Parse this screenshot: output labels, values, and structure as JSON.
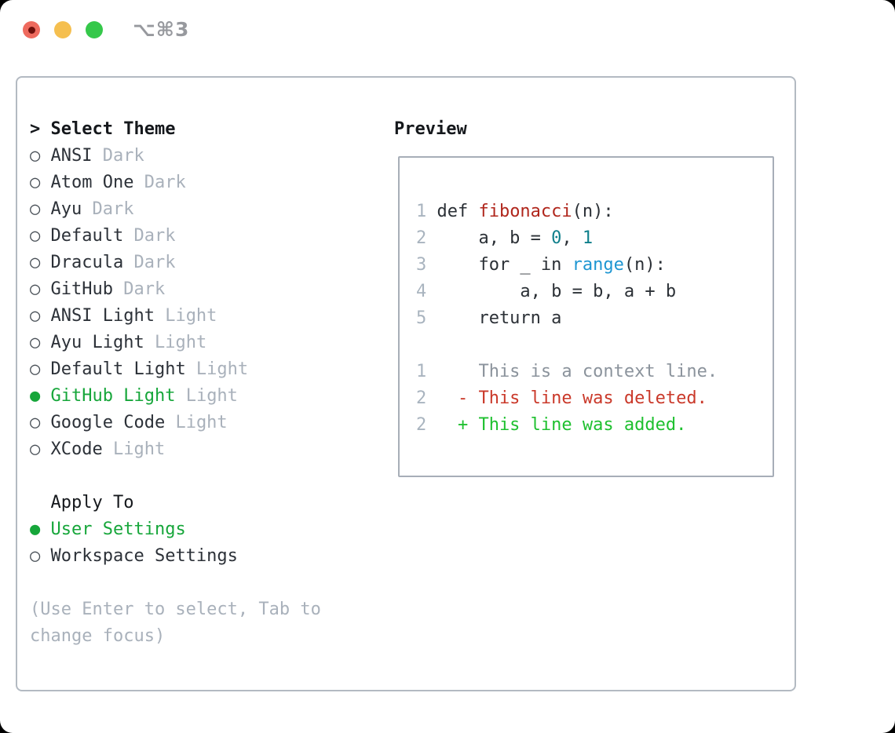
{
  "titlebar": {
    "shortcut": "⌥⌘3"
  },
  "theme_list": {
    "header_prefix": "> ",
    "header": "Select Theme",
    "marker_selected": "●",
    "marker_unselected": "○",
    "items": [
      {
        "name": "ANSI",
        "tag": "Dark",
        "selected": false
      },
      {
        "name": "Atom One",
        "tag": "Dark",
        "selected": false
      },
      {
        "name": "Ayu",
        "tag": "Dark",
        "selected": false
      },
      {
        "name": "Default",
        "tag": "Dark",
        "selected": false
      },
      {
        "name": "Dracula",
        "tag": "Dark",
        "selected": false
      },
      {
        "name": "GitHub",
        "tag": "Dark",
        "selected": false
      },
      {
        "name": "ANSI Light",
        "tag": "Light",
        "selected": false
      },
      {
        "name": "Ayu Light",
        "tag": "Light",
        "selected": false
      },
      {
        "name": "Default Light",
        "tag": "Light",
        "selected": false
      },
      {
        "name": "GitHub Light",
        "tag": "Light",
        "selected": true
      },
      {
        "name": "Google Code",
        "tag": "Light",
        "selected": false
      },
      {
        "name": "XCode",
        "tag": "Light",
        "selected": false
      }
    ]
  },
  "apply_to": {
    "header": "Apply To",
    "options": [
      {
        "label": "User Settings",
        "selected": true
      },
      {
        "label": "Workspace Settings",
        "selected": false
      }
    ]
  },
  "hint": "(Use Enter to select, Tab to change focus)",
  "preview": {
    "title": "Preview",
    "code_lines": [
      {
        "num": "1",
        "segments": [
          {
            "text": "def ",
            "style": "default"
          },
          {
            "text": "fibonacci",
            "style": "function"
          },
          {
            "text": "(n):",
            "style": "default"
          }
        ]
      },
      {
        "num": "2",
        "segments": [
          {
            "text": "    a, b = ",
            "style": "default"
          },
          {
            "text": "0",
            "style": "number"
          },
          {
            "text": ", ",
            "style": "default"
          },
          {
            "text": "1",
            "style": "number"
          }
        ]
      },
      {
        "num": "3",
        "segments": [
          {
            "text": "    for _ in ",
            "style": "default"
          },
          {
            "text": "range",
            "style": "builtin"
          },
          {
            "text": "(n):",
            "style": "default"
          }
        ]
      },
      {
        "num": "4",
        "segments": [
          {
            "text": "        a, b = b, a + b",
            "style": "default"
          }
        ]
      },
      {
        "num": "5",
        "segments": [
          {
            "text": "    return a",
            "style": "default"
          }
        ]
      },
      {
        "num": "",
        "segments": []
      },
      {
        "num": "1",
        "segments": [
          {
            "text": "    This is a context line.",
            "style": "context"
          }
        ]
      },
      {
        "num": "2",
        "segments": [
          {
            "text": "  - This line was deleted.",
            "style": "deleted"
          }
        ]
      },
      {
        "num": "2",
        "segments": [
          {
            "text": "  + This line was added.",
            "style": "added"
          }
        ]
      }
    ]
  },
  "colors": {
    "accent-green": "#16a63a",
    "header-black": "#15181c",
    "text-dark": "#2c3138",
    "text-muted": "#a9b1bb",
    "marker": "#474e55",
    "border": "#b3bac2",
    "preview-border": "#a7aeb8",
    "line-number": "#a9b4bf",
    "code-default": "#2b3036",
    "code-function": "#b0261c",
    "code-number": "#0f7f8b",
    "code-builtin": "#1e96d2",
    "code-context": "#8b939c",
    "code-deleted": "#ca392a",
    "code-added": "#1ec02f",
    "traffic-red": "#ee6a5e",
    "traffic-red-dot": "#6e0f0b",
    "traffic-yellow": "#f5bf4f",
    "traffic-green": "#35c84a",
    "shortcut-gray": "#97999e"
  }
}
